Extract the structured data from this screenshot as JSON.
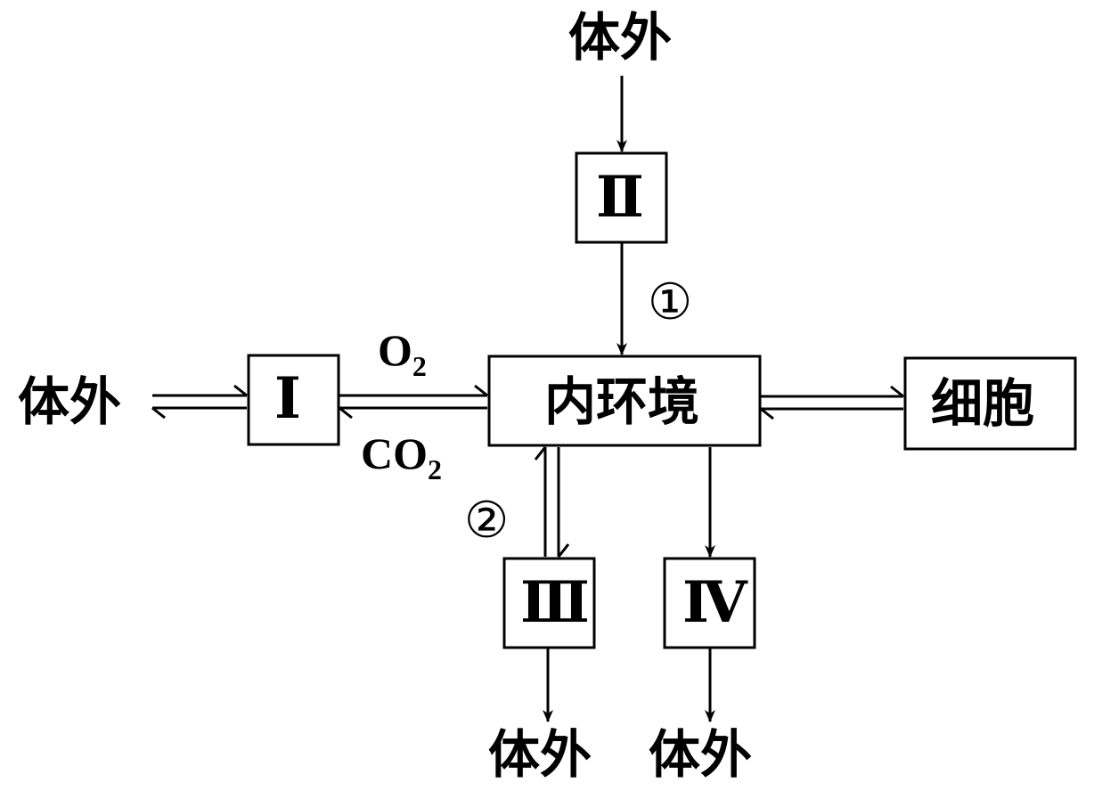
{
  "labels": {
    "outside_top": "体外",
    "outside_left": "体外",
    "outside_bottom_left": "体外",
    "outside_bottom_right": "体外",
    "box_1": "Ⅰ",
    "box_2": "Ⅱ",
    "box_3": "Ⅲ",
    "box_4": "Ⅳ",
    "internal_env": "内环境",
    "cell": "细胞",
    "o2": "O",
    "o2_sub": "2",
    "co2": "CO",
    "co2_sub": "2",
    "marker_1": "①",
    "marker_2": "②"
  },
  "colors": {
    "line": "#000000",
    "background": "#ffffff"
  }
}
